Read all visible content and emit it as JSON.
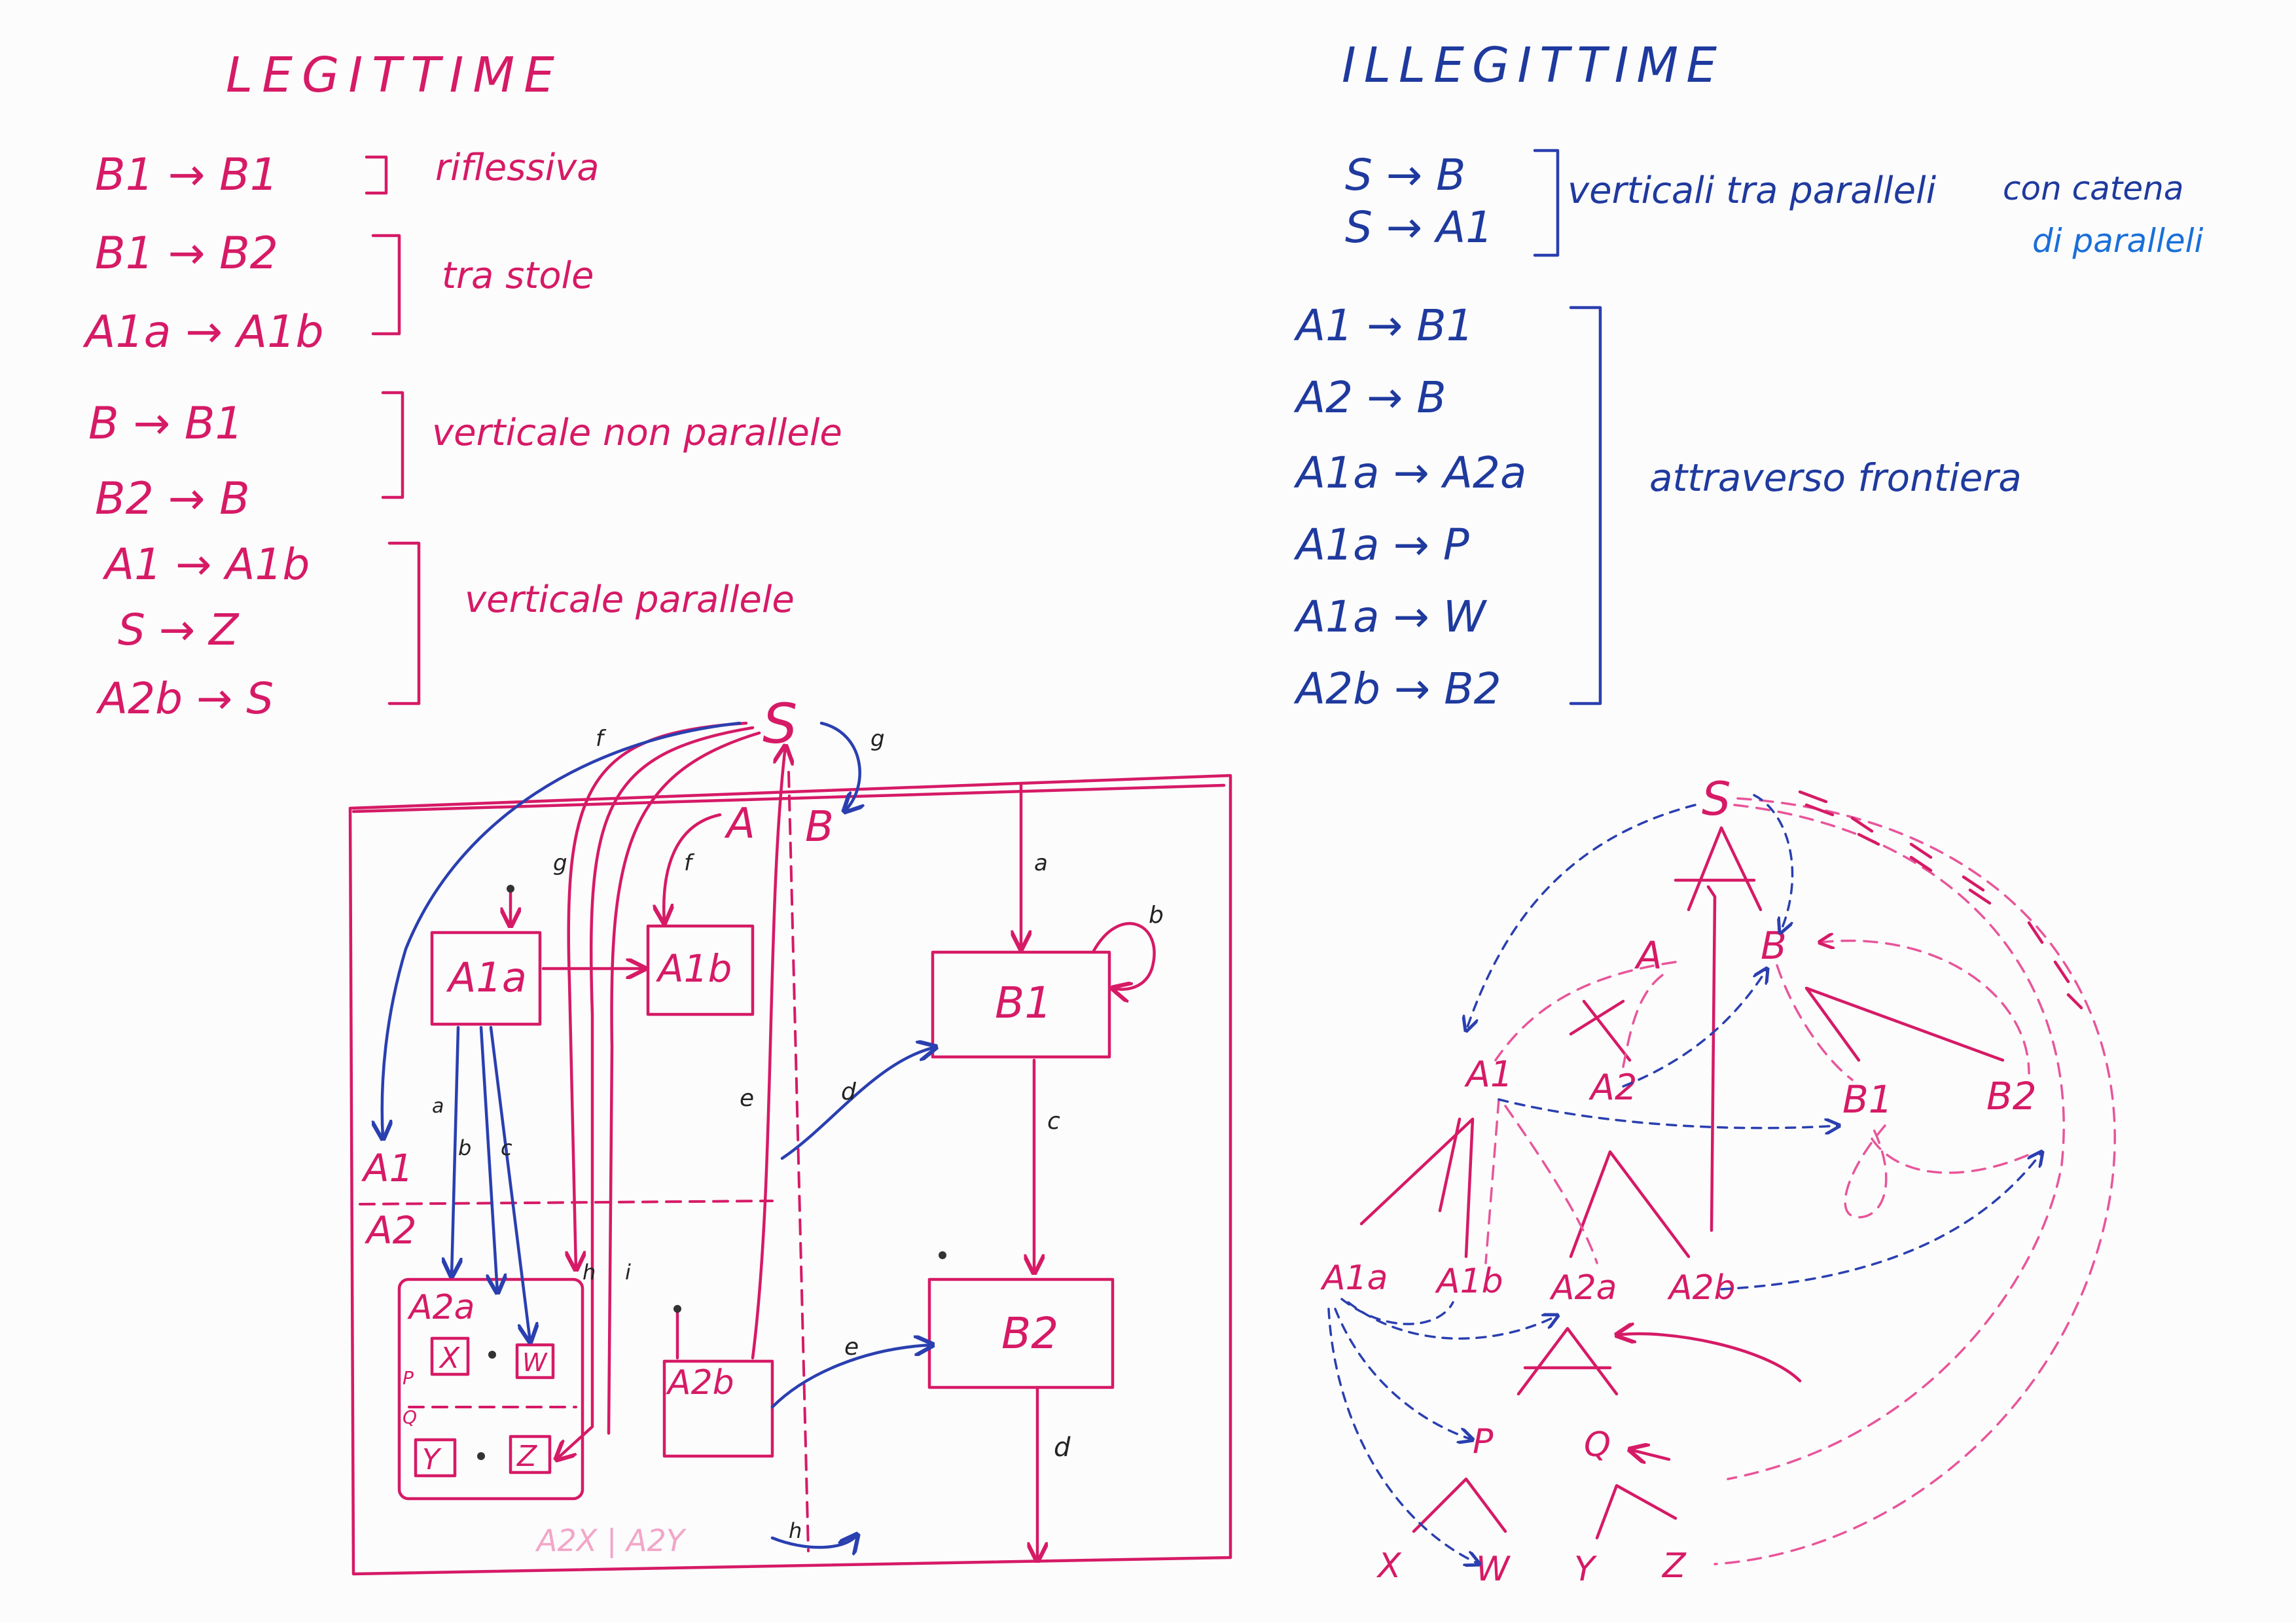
{
  "legit": {
    "title": "LEGITTIME",
    "rows": [
      "B1 → B1",
      "B1 → B2",
      "A1a → A1b",
      "B → B1",
      "B2 → B",
      "A1 → A1b",
      "S → Z",
      "A2b → S"
    ],
    "group_labels": [
      "riflessiva",
      "tra stole",
      "verticale non parallele",
      "verticale parallele"
    ]
  },
  "illegit": {
    "title": "ILLEGITTIME",
    "rows_top": [
      "S → B",
      "S → A1"
    ],
    "label_top": "verticali tra paralleli",
    "note_1": "con catena",
    "note_2": "di paralleli",
    "rows": [
      "A1 → B1",
      "A2 → B",
      "A1a → A2a",
      "A1a → P",
      "A1a → W",
      "A2b → B2"
    ],
    "label": "attraverso frontiera"
  },
  "statechart": {
    "states": {
      "S": "S",
      "A": "A",
      "B": "B",
      "A1": "A1",
      "A2": "A2",
      "A1a": "A1a",
      "A1b": "A1b",
      "A2a": "A2a",
      "A2b": "A2b",
      "B1": "B1",
      "B2": "B2",
      "X": "X",
      "W": "W",
      "Y": "Y",
      "Z": "Z",
      "P": "P",
      "Q": "Q"
    },
    "transitions": {
      "a1": "a",
      "a2": "a",
      "b1": "b",
      "b2": "b",
      "c1": "c",
      "c2": "c",
      "d1": "d",
      "d2": "d",
      "e1": "e",
      "e2": "e",
      "f1": "f",
      "f2": "f",
      "g1": "g",
      "g2": "g",
      "h1": "h",
      "h2": "h",
      "i": "i"
    },
    "faint_text": "A2X | A2Y"
  },
  "tree": {
    "nodes": {
      "S": "S",
      "A": "A",
      "B": "B",
      "A1": "A1",
      "A2": "A2",
      "B1": "B1",
      "B2": "B2",
      "A1a": "A1a",
      "A1b": "A1b",
      "A2a": "A2a",
      "A2b": "A2b",
      "P": "P",
      "Q": "Q",
      "X": "X",
      "W": "W",
      "Y": "Y",
      "Z": "Z"
    }
  },
  "colors": {
    "pink": "#d61a66",
    "blue": "#2a3fb0",
    "light_blue": "#1a6fd8"
  }
}
